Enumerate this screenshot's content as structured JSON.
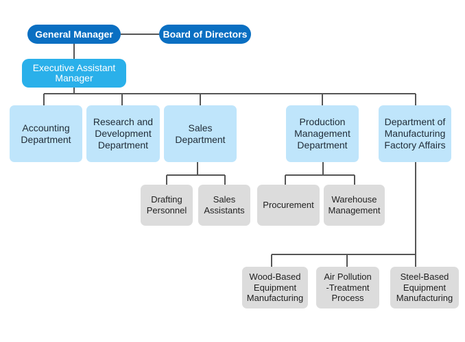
{
  "nodes": {
    "general_manager": "General Manager",
    "board_of_directors": "Board of Directors",
    "executive_assistant_manager": "Executive Assistant\nManager",
    "accounting_department": "Accounting\nDepartment",
    "rnd_department": "Research and\nDevelopment\nDepartment",
    "sales_department": "Sales\nDepartment",
    "production_management_department": "Production\nManagement\nDepartment",
    "manufacturing_factory_affairs": "Department of\nManufacturing\nFactory Affairs",
    "drafting_personnel": "Drafting\nPersonnel",
    "sales_assistants": "Sales\nAssistants",
    "procurement": "Procurement",
    "warehouse_management": "Warehouse\nManagement",
    "wood_based_manufacturing": "Wood-Based\nEquipment\nManufacturing",
    "air_pollution_treatment": "Air Pollution\n-Treatment\nProcess",
    "steel_based_manufacturing": "Steel-Based\nEquipment\nManufacturing"
  },
  "colors": {
    "top_node": "#0a6fc2",
    "assistant_node": "#2ab0ea",
    "department_node": "#bfe5fb",
    "sub_node": "#dcdcdc",
    "connector": "#555555"
  }
}
